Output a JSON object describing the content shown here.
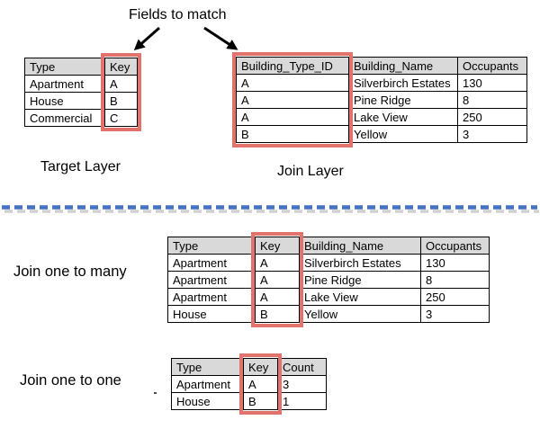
{
  "title": "Fields to match",
  "colors": {
    "highlight_border": "#e2736c",
    "header_bg": "#d9d9d9",
    "table_border": "#000000",
    "divider_blue": "#4472c4"
  },
  "top_section": {
    "target_layer": {
      "label": "Target Layer",
      "table": {
        "headers": [
          "Type",
          "Key"
        ],
        "rows": [
          [
            "Apartment",
            "A"
          ],
          [
            "House",
            "B"
          ],
          [
            "Commercial",
            "C"
          ]
        ],
        "highlighted_column": "Key"
      }
    },
    "join_layer": {
      "label": "Join Layer",
      "table": {
        "headers": [
          "Building_Type_ID",
          "Building_Name",
          "Occupants"
        ],
        "rows": [
          [
            "A",
            "Silverbirch Estates",
            "130"
          ],
          [
            "A",
            "Pine Ridge",
            "8"
          ],
          [
            "A",
            "Lake View",
            "250"
          ],
          [
            "B",
            "Yellow",
            "3"
          ]
        ],
        "highlighted_column": "Building_Type_ID"
      }
    }
  },
  "result_sections": [
    {
      "label": "Join one to many",
      "table": {
        "headers": [
          "Type",
          "Key",
          "Building_Name",
          "Occupants"
        ],
        "rows": [
          [
            "Apartment",
            "A",
            "Silverbirch Estates",
            "130"
          ],
          [
            "Apartment",
            "A",
            "Pine Ridge",
            "8"
          ],
          [
            "Apartment",
            "A",
            "Lake View",
            "250"
          ],
          [
            "House",
            "B",
            "Yellow",
            "3"
          ]
        ],
        "highlighted_column": "Key"
      }
    },
    {
      "label": "Join one to one",
      "table": {
        "headers": [
          "Type",
          "Key",
          "Count"
        ],
        "rows": [
          [
            "Apartment",
            "A",
            "3"
          ],
          [
            "House",
            "B",
            "1"
          ]
        ],
        "highlighted_column": "Key"
      }
    }
  ]
}
